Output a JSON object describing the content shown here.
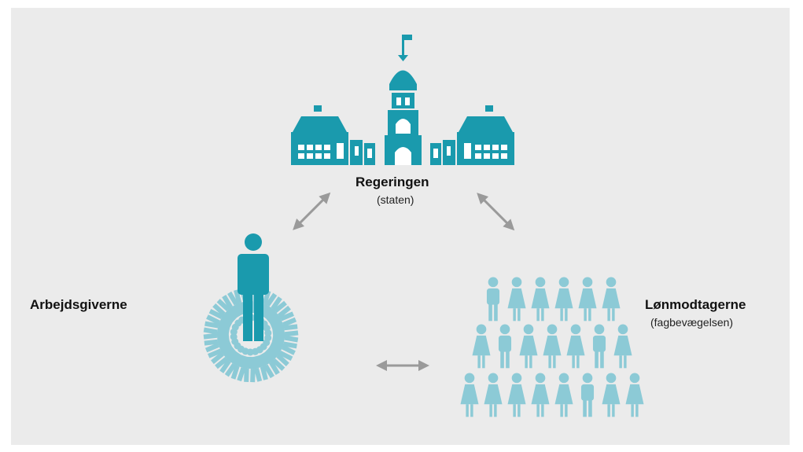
{
  "government": {
    "title": "Regeringen",
    "subtitle": "(staten)"
  },
  "employers": {
    "title": "Arbejdsgiverne"
  },
  "employees": {
    "title": "Lønmodtagerne",
    "subtitle": "(fagbevægelsen)"
  },
  "colors": {
    "background": "#ebebeb",
    "primary": "#1a9aad",
    "light": "#8ccad6",
    "arrow": "#9a9a9a"
  },
  "icons": [
    "parliament-building-icon",
    "man-icon",
    "woman-icon",
    "double-arrow-icon"
  ]
}
